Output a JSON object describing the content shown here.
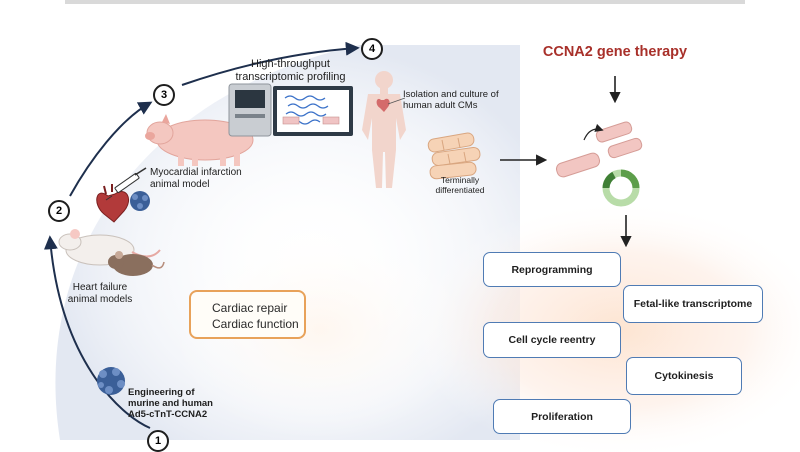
{
  "title": "CCNA2 gene therapy",
  "steps": [
    "1",
    "2",
    "3",
    "4"
  ],
  "labels": {
    "profiling": [
      "High-throughput",
      "transcriptomic profiling"
    ],
    "isolation": [
      "Isolation and culture of",
      "human adult CMs"
    ],
    "terminal": [
      "Terminally",
      "differentiated"
    ],
    "mi_model": [
      "Myocardial infarction",
      "animal model"
    ],
    "hf_model": [
      "Heart failure",
      "animal models"
    ],
    "engineering": [
      "Engineering of",
      "murine and human",
      "Ad5-cTnT-CCNA2"
    ]
  },
  "repair_box": [
    "Cardiac repair",
    "Cardiac function"
  ],
  "outcomes": {
    "reprogramming": "Reprogramming",
    "fetal": "Fetal-like transcriptome",
    "cell_cycle": "Cell cycle reentry",
    "cytokinesis": "Cytokinesis",
    "proliferation": "Proliferation"
  },
  "colors": {
    "title": "#a8302a",
    "outcome_border": "#4f7bb4",
    "repair_border": "#e8a25a",
    "arc": "#1e2f4d",
    "arrow_up": "#2b4f8a"
  },
  "icons": [
    "virus-icon",
    "heart-icon",
    "syringe-icon",
    "rat-icon",
    "mouse-icon",
    "pig-icon",
    "sequencer-icon",
    "monitor-icon",
    "human-body-icon",
    "cardiomyocyte-icon",
    "cell-cycle-icon"
  ]
}
